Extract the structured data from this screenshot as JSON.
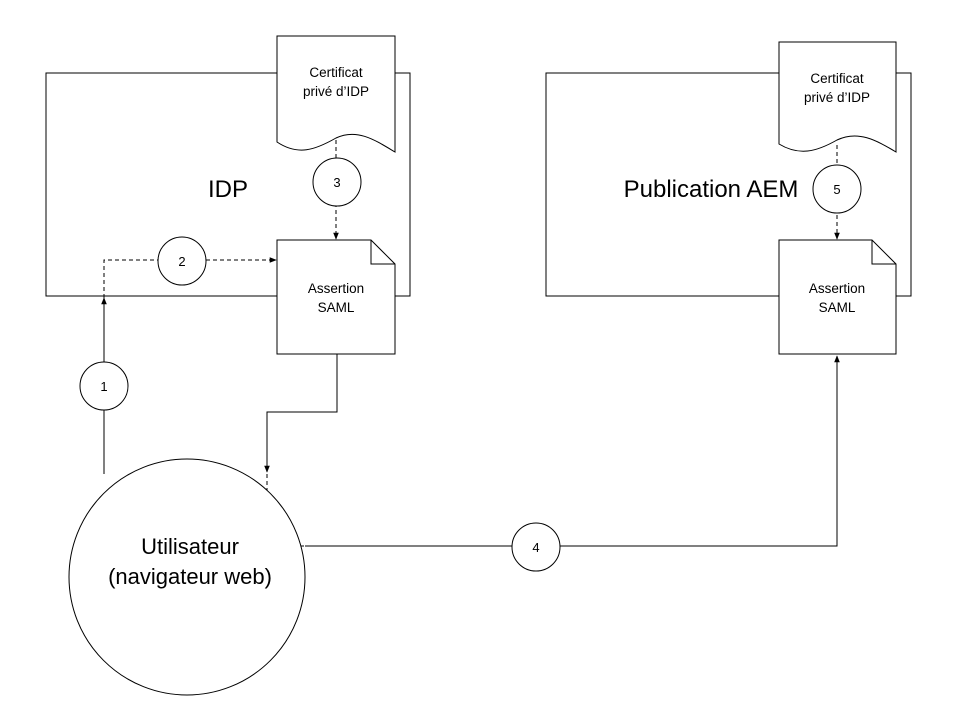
{
  "idp": {
    "title": "IDP",
    "certificate": {
      "line1": "Certificat",
      "line2": "privé d’IDP"
    },
    "assertion": {
      "line1": "Assertion",
      "line2": "SAML"
    }
  },
  "aem": {
    "title": "Publication AEM",
    "certificate": {
      "line1": "Certificat",
      "line2": "privé d’IDP"
    },
    "assertion": {
      "line1": "Assertion",
      "line2": "SAML"
    }
  },
  "user": {
    "line1": "Utilisateur",
    "line2": "(navigateur web)"
  },
  "steps": [
    "1",
    "2",
    "3",
    "4",
    "5"
  ]
}
